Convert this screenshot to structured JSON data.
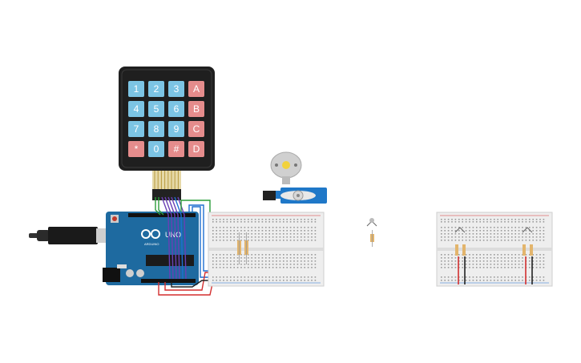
{
  "keypad": {
    "keys": [
      [
        "1",
        "2",
        "3",
        "A"
      ],
      [
        "4",
        "5",
        "6",
        "B"
      ],
      [
        "7",
        "8",
        "9",
        "C"
      ],
      [
        "*",
        "0",
        "#",
        "D"
      ]
    ],
    "digit_color": "#7cc4e4",
    "letter_color": "#e58c8c",
    "body_color": "#1f1f1f"
  },
  "arduino": {
    "logo_text": "UNO",
    "brand_text": "ARDUINO",
    "board_color": "#1e6aa0"
  },
  "colors": {
    "wire_green": "#2a9d3a",
    "wire_red": "#d32f2f",
    "wire_purple": "#6a3fb5",
    "wire_blue": "#1f6fd1",
    "wire_black": "#222222",
    "breadboard": "#eeeeee"
  }
}
